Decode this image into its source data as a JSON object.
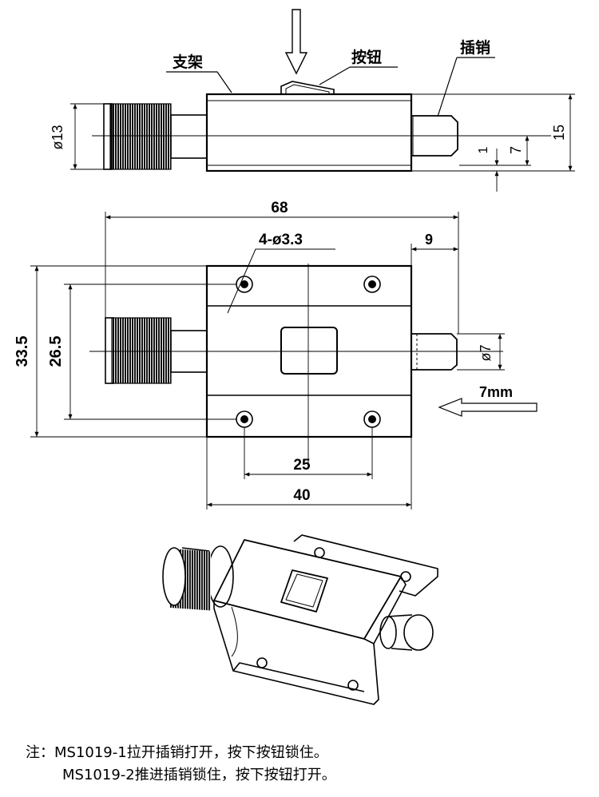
{
  "labels": {
    "bracket": "支架",
    "button": "按钮",
    "pin": "插销"
  },
  "dimensions": {
    "knob_dia": "ø13",
    "height_15": "15",
    "height_7": "7",
    "height_1": "1",
    "overall_len": "68",
    "holes": "4-ø3.3",
    "tip_9": "9",
    "pin_dia": "ø7",
    "stroke": "7mm",
    "width_33_5": "33.5",
    "hole_span_26_5": "26.5",
    "hole_span_25": "25",
    "body_len_40": "40"
  },
  "notes": {
    "line1": "注：MS1019-1拉开插销打开，按下按钮锁住。",
    "line2": "MS1019-2推进插销锁住，按下按钮打开。"
  }
}
